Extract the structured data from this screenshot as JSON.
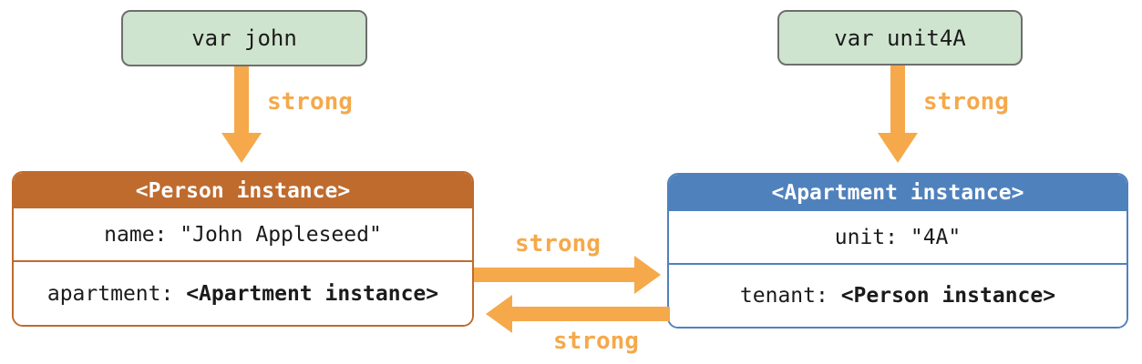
{
  "colors": {
    "background": "#ffffff",
    "person_accent": "#bf6b2e",
    "apartment_accent": "#4f81bd",
    "arrow_orange": "#f5a94a",
    "var_box_fill": "#cfe4ce",
    "var_box_border": "#6e6e6e",
    "text_dark": "#1b1b1b"
  },
  "diagram": {
    "var_boxes": [
      {
        "label": "var john"
      },
      {
        "label": "var unit4A"
      }
    ],
    "person_box": {
      "title": "<Person instance>",
      "rows": [
        {
          "label": "name: ",
          "value": "\"John Appleseed\""
        },
        {
          "label": "apartment: ",
          "value": "<Apartment instance>"
        }
      ]
    },
    "apartment_box": {
      "title": "<Apartment instance>",
      "rows": [
        {
          "label": "unit: ",
          "value": "\"4A\""
        },
        {
          "label": "tenant: ",
          "value": "<Person instance>"
        }
      ]
    },
    "arrows": {
      "john_to_person": {
        "label": "strong"
      },
      "unit4a_to_apartment": {
        "label": "strong"
      },
      "person_to_apartment": {
        "label": "strong"
      },
      "apartment_to_person": {
        "label": "strong"
      }
    }
  }
}
